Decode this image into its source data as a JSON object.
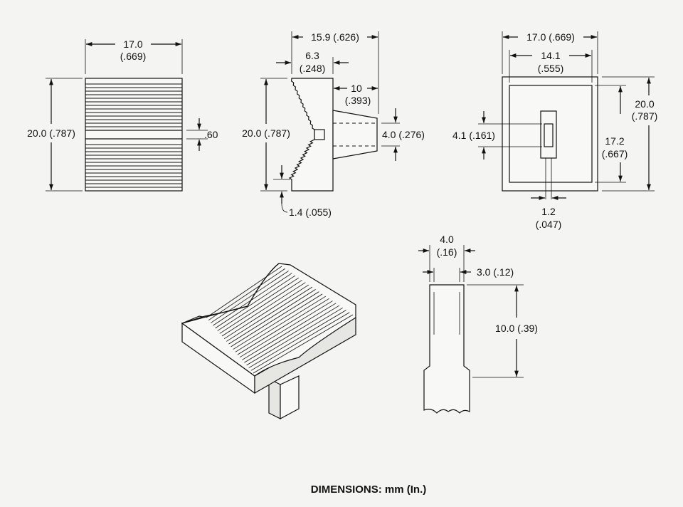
{
  "front_view": {
    "width": "17.0",
    "width_in": "(.669)",
    "height": "20.0 (.787)",
    "groove_gap": ".60"
  },
  "side_view": {
    "overall_depth": "15.9 (.626)",
    "base_width": "6.3",
    "base_width_in": "(.248)",
    "stem_length": "10",
    "stem_length_in": "(.393)",
    "height": "20.0 (.787)",
    "stem_height": "4.0 (.276)",
    "ridge": "1.4 (.055)"
  },
  "bottom_view": {
    "outer_width": "17.0 (.669)",
    "inner_width": "14.1",
    "inner_width_in": "(.555)",
    "outer_height": "20.0",
    "outer_height_in": "(.787)",
    "inner_height": "17.2",
    "inner_height_in": "(.667)",
    "slot_height": "4.1 (.161)",
    "slot_width": "1.2",
    "slot_width_in": "(.047)"
  },
  "stem_detail": {
    "top_width": "4.0",
    "top_width_in": "(.16)",
    "inner_width": "3.0 (.12)",
    "length": "10.0 (.39)"
  },
  "caption": "DIMENSIONS: mm (In.)"
}
